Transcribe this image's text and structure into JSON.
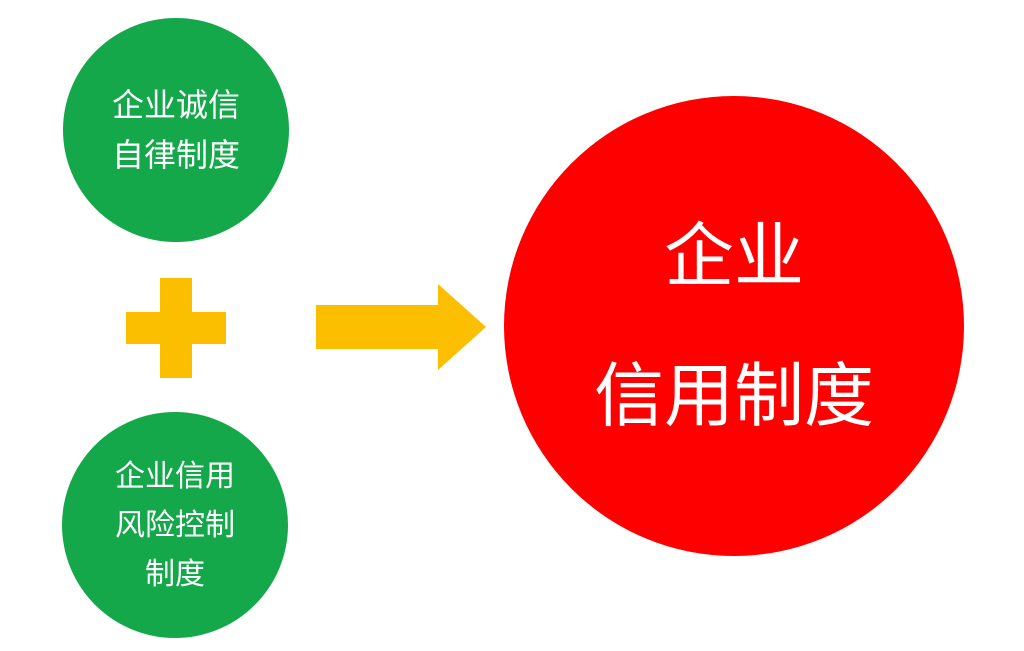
{
  "diagram": {
    "left_top_circle": {
      "lines": [
        "企业诚信",
        "自律制度"
      ],
      "color": "#14a84b"
    },
    "left_bottom_circle": {
      "lines": [
        "企业信用",
        "风险控制",
        "制度"
      ],
      "color": "#14a84b"
    },
    "right_circle": {
      "lines": [
        "企业",
        "信用制度"
      ],
      "color": "#ff0000"
    },
    "plus_color": "#fcbf00",
    "arrow_color": "#fcbf00",
    "plus_icon": "plus-icon",
    "arrow_icon": "arrow-right-icon"
  }
}
